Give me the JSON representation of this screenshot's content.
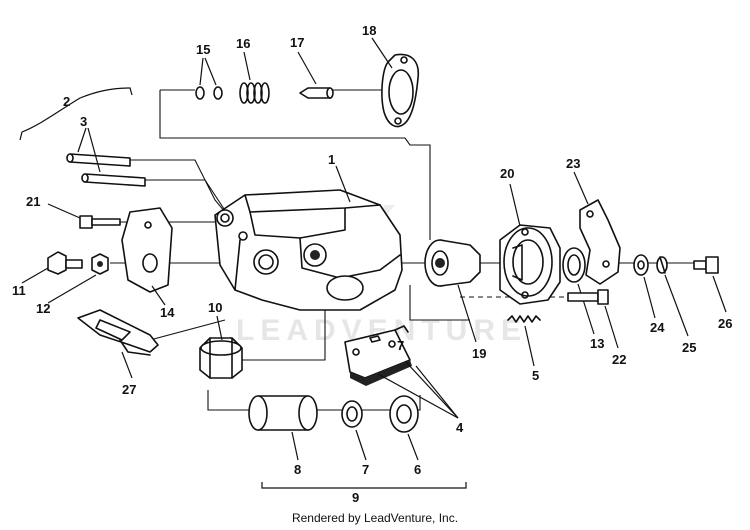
{
  "callouts": {
    "c1": "1",
    "c2": "2",
    "c3": "3",
    "c4": "4",
    "c5": "5",
    "c6": "6",
    "c7": "7",
    "c7b": "7",
    "c8": "8",
    "c9": "9",
    "c10": "10",
    "c11": "11",
    "c12": "12",
    "c13": "13",
    "c14": "14",
    "c15": "15",
    "c16": "16",
    "c17": "17",
    "c18": "18",
    "c19": "19",
    "c20": "20",
    "c21": "21",
    "c22": "22",
    "c23": "23",
    "c24": "24",
    "c25": "25",
    "c26": "26",
    "c27": "27"
  },
  "watermark": "LEADVENTURE",
  "footer": "Rendered by LeadVenture, Inc."
}
